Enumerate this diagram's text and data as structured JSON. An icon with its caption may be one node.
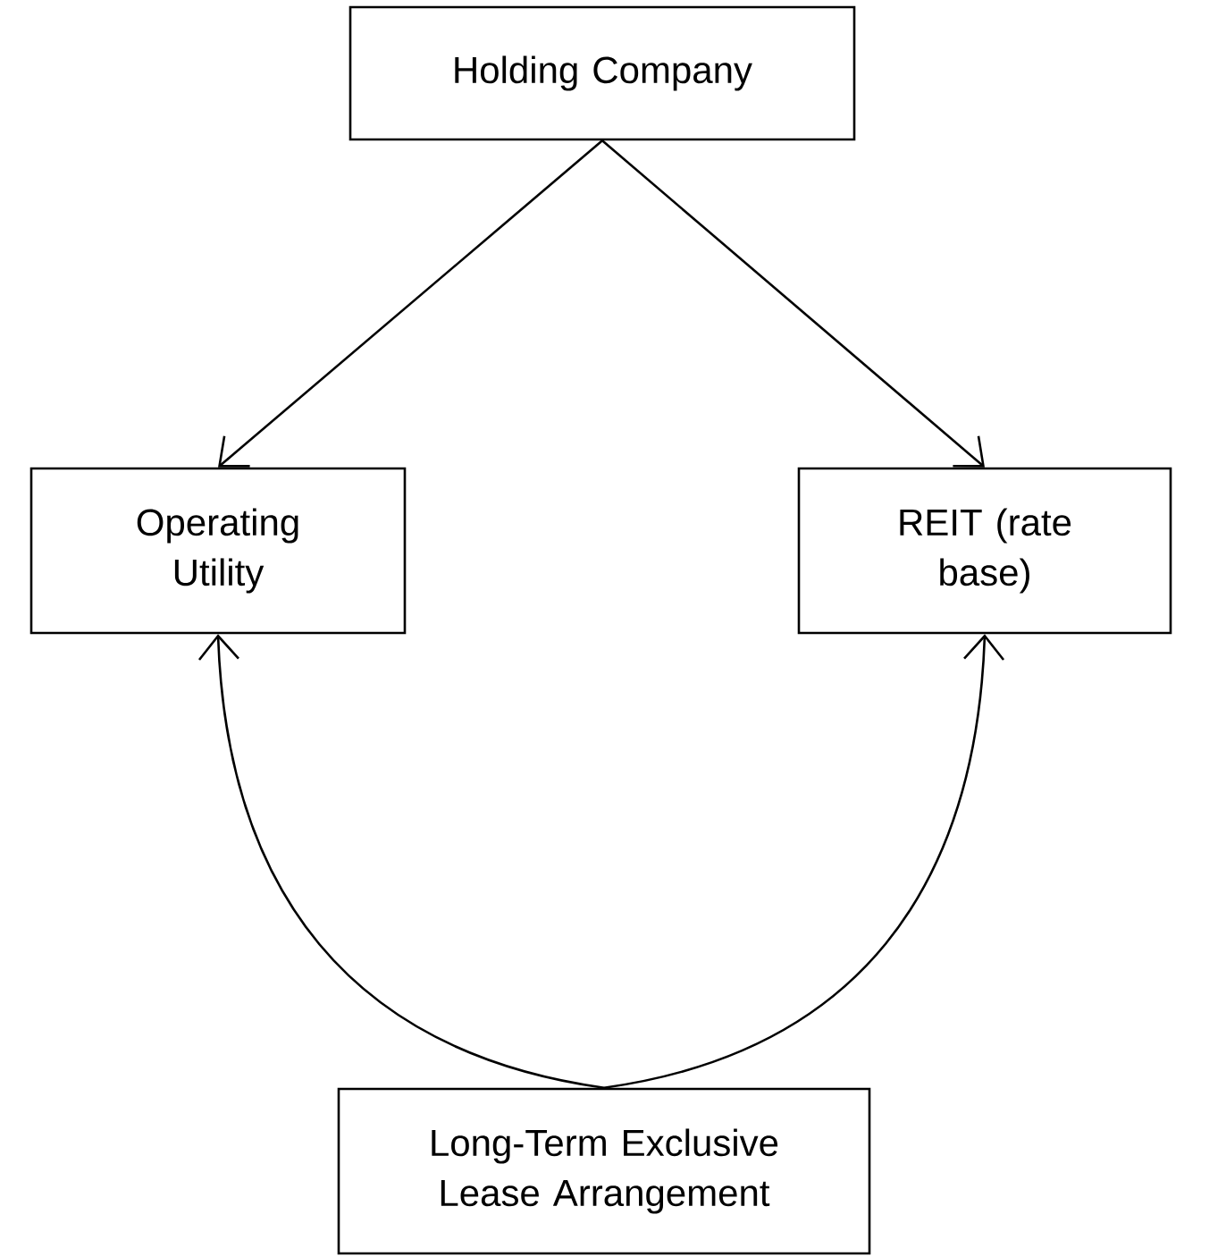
{
  "diagram": {
    "nodes": [
      {
        "text": [
          "Holding Company"
        ]
      },
      {
        "text": [
          "Operating Utility"
        ]
      },
      {
        "text": [
          "REIT (rate base)"
        ]
      },
      {
        "text": [
          "Long-Term Exclusive Lease Arrangement"
        ]
      }
    ],
    "edges": [
      {
        "from": 0,
        "to": 1,
        "arrow": "to"
      },
      {
        "from": 0,
        "to": 2,
        "arrow": "to"
      },
      {
        "from": 3,
        "to": 1,
        "arrow": "to"
      },
      {
        "from": 3,
        "to": 2,
        "arrow": "to"
      }
    ]
  }
}
